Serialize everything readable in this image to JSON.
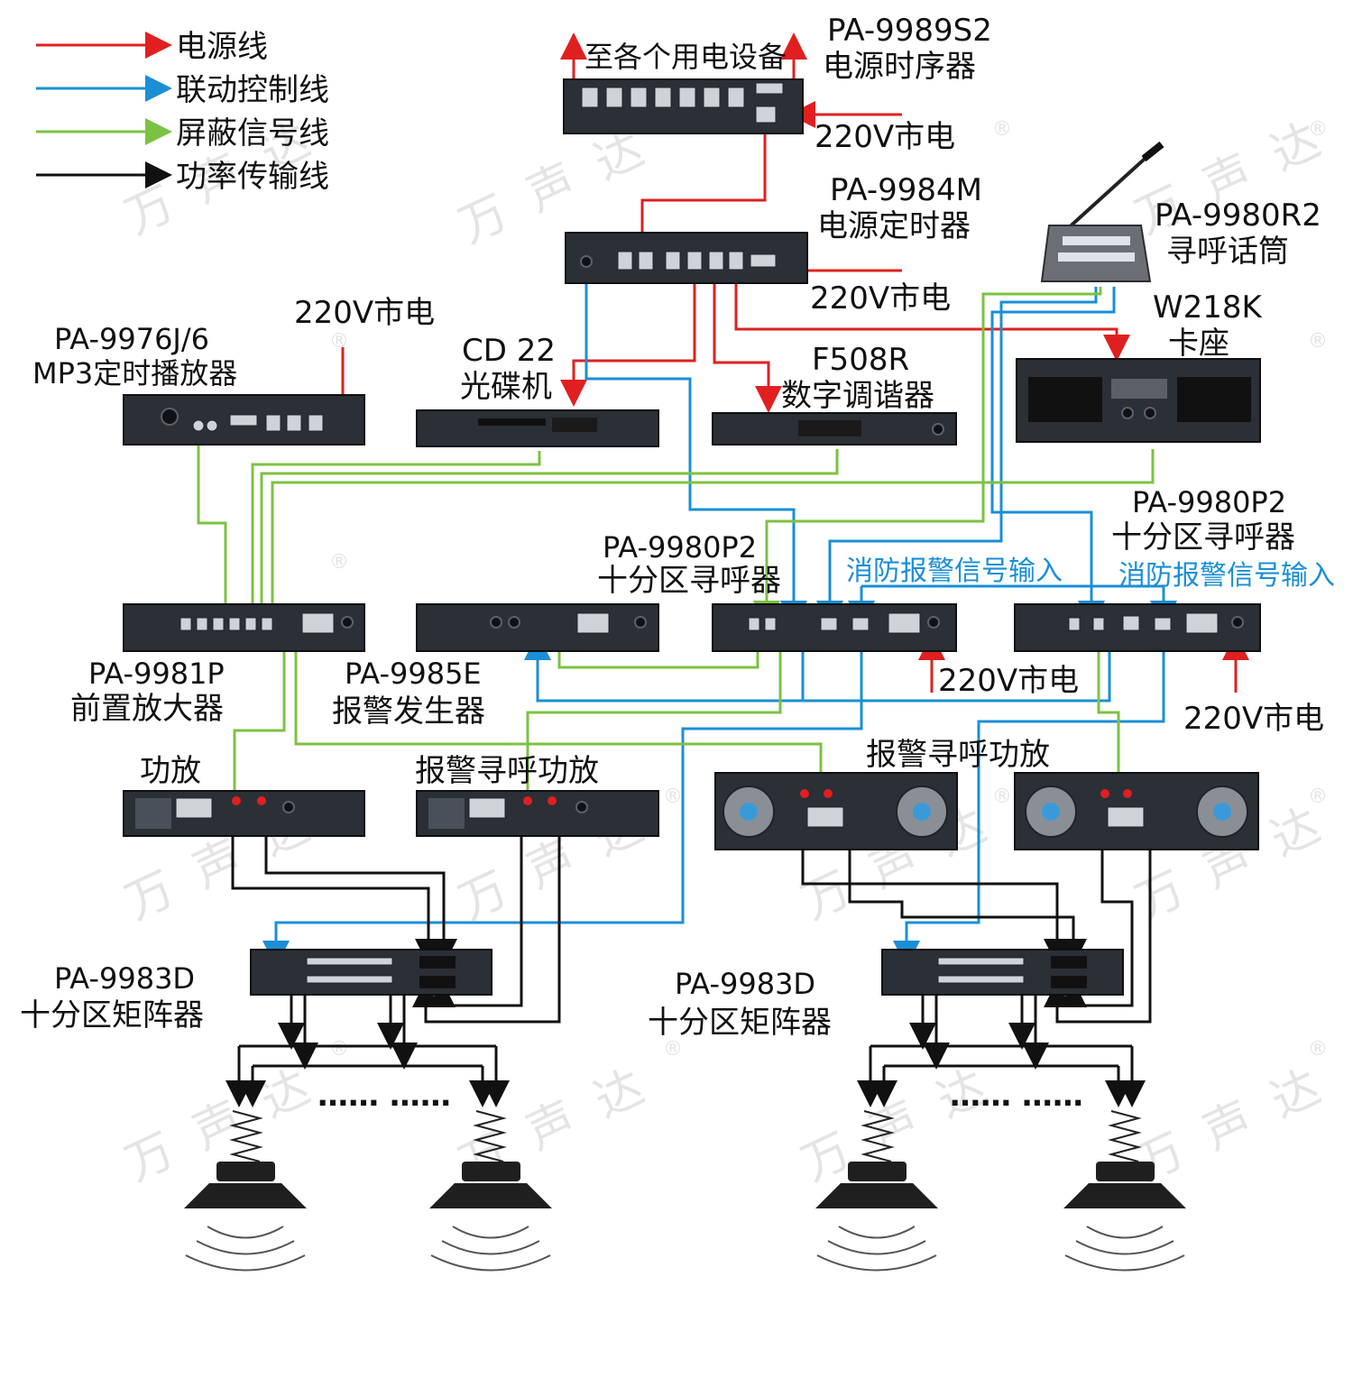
{
  "legend": [
    {
      "label": "电源线",
      "color": "#e02020"
    },
    {
      "label": "联动控制线",
      "color": "#1a8fd6"
    },
    {
      "label": "屏蔽信号线",
      "color": "#7cc242"
    },
    {
      "label": "功率传输线",
      "color": "#111111"
    }
  ],
  "watermark": {
    "text_a": "万",
    "text_b": "声",
    "text_c": "达",
    "reg": "®"
  },
  "devices": {
    "sequencer": {
      "model": "PA-9989S2",
      "name": "电源时序器",
      "note": "至各个用电设备"
    },
    "timer": {
      "model": "PA-9984M",
      "name": "电源定时器"
    },
    "mic": {
      "model": "PA-9980R2",
      "name": "寻呼话筒"
    },
    "cassette": {
      "model": "W218K",
      "name": "卡座"
    },
    "mp3": {
      "model": "PA-9976J/6",
      "name": "MP3定时播放器"
    },
    "cd": {
      "model": "CD 22",
      "name": "光碟机"
    },
    "tuner": {
      "model": "F508R",
      "name": "数字调谐器"
    },
    "pager_left": {
      "model": "PA-9980P2",
      "name": "十分区寻呼器",
      "fire": "消防报警信号输入"
    },
    "pager_right": {
      "model": "PA-9980P2",
      "name": "十分区寻呼器",
      "fire": "消防报警信号输入"
    },
    "preamp": {
      "model": "PA-9981P",
      "name": "前置放大器"
    },
    "alarm_gen": {
      "model": "PA-9985E",
      "name": "报警发生器"
    },
    "amp": {
      "name": "功放"
    },
    "alarm_amp_left": {
      "name": "报警寻呼功放"
    },
    "alarm_amp_right": {
      "name": "报警寻呼功放"
    },
    "matrix_left": {
      "model": "PA-9983D",
      "name": "十分区矩阵器"
    },
    "matrix_right": {
      "model": "PA-9983D",
      "name": "十分区矩阵器"
    }
  },
  "mains": {
    "label": "220V市电"
  },
  "ellipsis": "…… ……"
}
